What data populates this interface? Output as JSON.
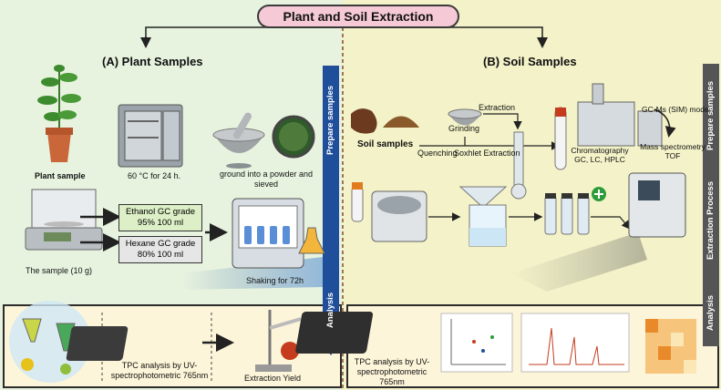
{
  "title": "Plant and Soil Extraction",
  "plant": {
    "section_title": "(A) Plant Samples",
    "plant_sample": "Plant sample",
    "oven": "60 °C for 24 h.",
    "grind": "ground into a powder and\nsieved",
    "sample_weight": "The sample (10 g)",
    "ethanol": "Ethanol GC grade\n95% 100 ml",
    "hexane": "Hexane GC grade\n80% 100 ml",
    "shaking": "Shaking for 72h",
    "prepare_samples": "Prepare samples",
    "analysis": "Analysis",
    "tpc": "TPC analysis by UV-\nspectrophotometric 765nm",
    "yield": "Extraction Yield"
  },
  "soil": {
    "section_title": "(B) Soil Samples",
    "soil_samples": "Soil samples",
    "extraction": "Extraction",
    "grinding": "Grinding",
    "quenching": "Quenching",
    "soxhlet": "Soxhlet Extraction",
    "chromatography": "Chromatography\nGC, LC, HPLC",
    "gcms": "GC-Ms (SIM) mode",
    "mass_spec": "Mass spectrometry\nTOF",
    "prepare_samples": "Prepare samples",
    "extraction_process": "Extraction Process",
    "analysis": "Analysis",
    "tpc": "TPC analysis by UV-\nspectrophotometric\n765nm"
  },
  "colors": {
    "panel_a": "#e7f3df",
    "panel_b": "#f3f2c8",
    "title_pill": "#f5c9d6",
    "blue_arrow": "#1f4e9a",
    "dark_arrow": "#4a4a4a",
    "green_plus": "#2e9b3a"
  }
}
